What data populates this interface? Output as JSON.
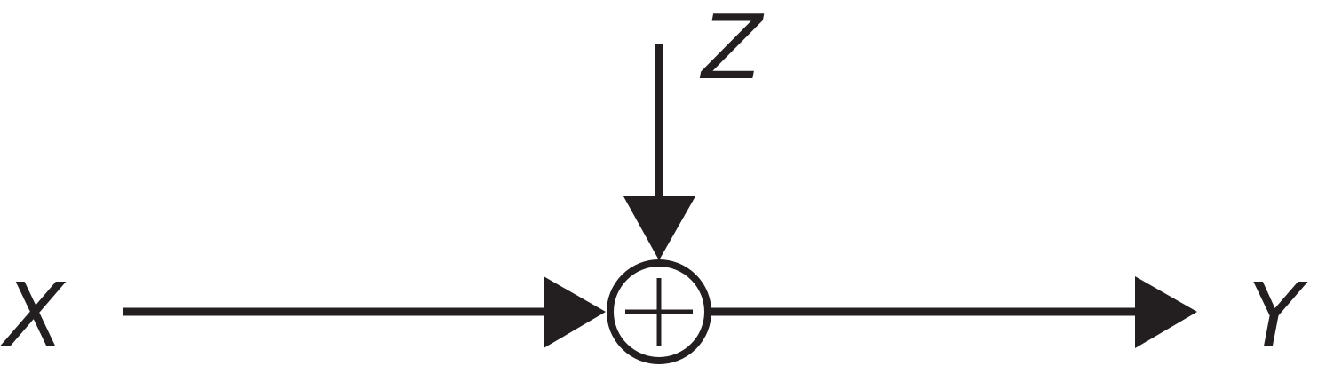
{
  "diagram": {
    "input_x": "X",
    "input_z": "Z",
    "output_y": "Y",
    "operator_symbol": "plus",
    "stroke_color": "#231f20",
    "background_color": "#ffffff"
  }
}
